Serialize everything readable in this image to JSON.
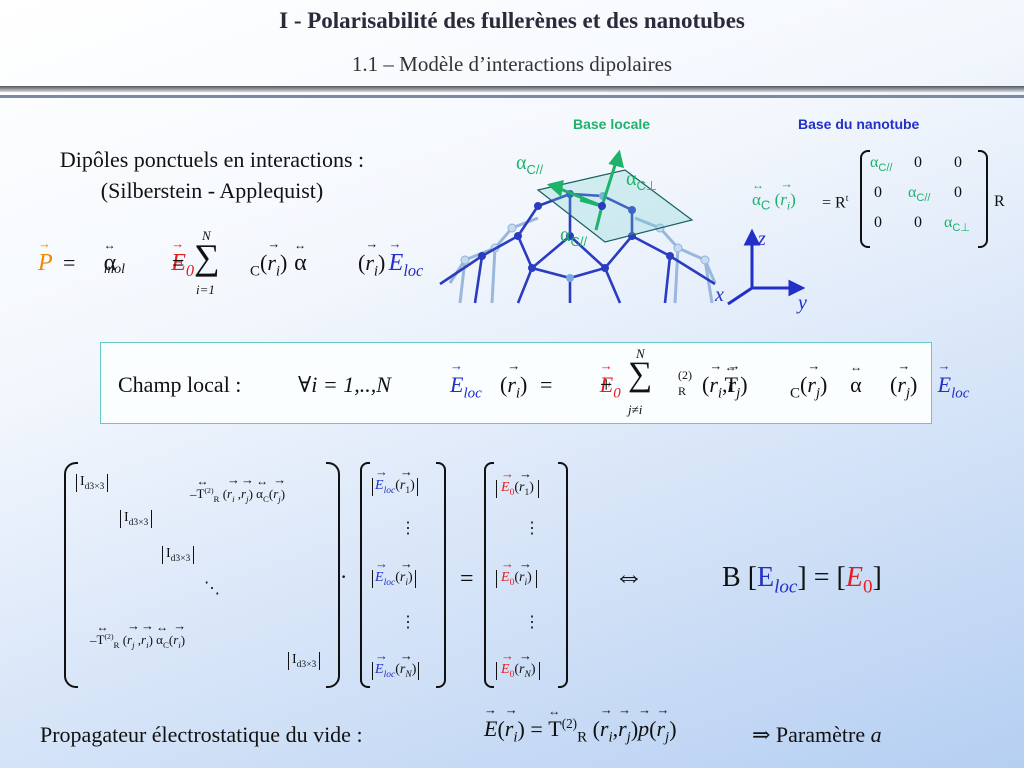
{
  "header": {
    "title": "I  - Polarisabilité des fullerènes et des nanotubes",
    "subtitle": "1.1 – Modèle d’interactions dipolaires"
  },
  "intro": {
    "line1": "Dipôles ponctuels en interactions :",
    "line2": "(Silberstein - Applequist)"
  },
  "figure": {
    "base_locale": "Base locale",
    "base_nanotube": "Base du nanotube",
    "axis_x": "x",
    "axis_y": "y",
    "axis_z": "z",
    "alpha_para": "C//",
    "alpha_perp": "C⊥",
    "alpha_symbol": "α"
  },
  "champ": {
    "label": "Champ local :",
    "forall": "∀i = 1,..,N"
  },
  "matrix": {
    "identity": "I",
    "identity_sub": "d3×3",
    "dots": "⋱",
    "vdots": "⋮"
  },
  "equiv": {
    "symbol": "⇔",
    "B": "B"
  },
  "footer": {
    "label": "Propagateur électrostatique du vide  :",
    "param": "⇒ Paramètre",
    "param_var": "a"
  },
  "colors": {
    "green": "#1eb26a",
    "blue": "#2230c8",
    "red": "#e21f1f",
    "orange": "#f08a00",
    "cage": "#2a3cc0",
    "cage_light": "#9ab7dc",
    "plane": "#64c9c7"
  }
}
